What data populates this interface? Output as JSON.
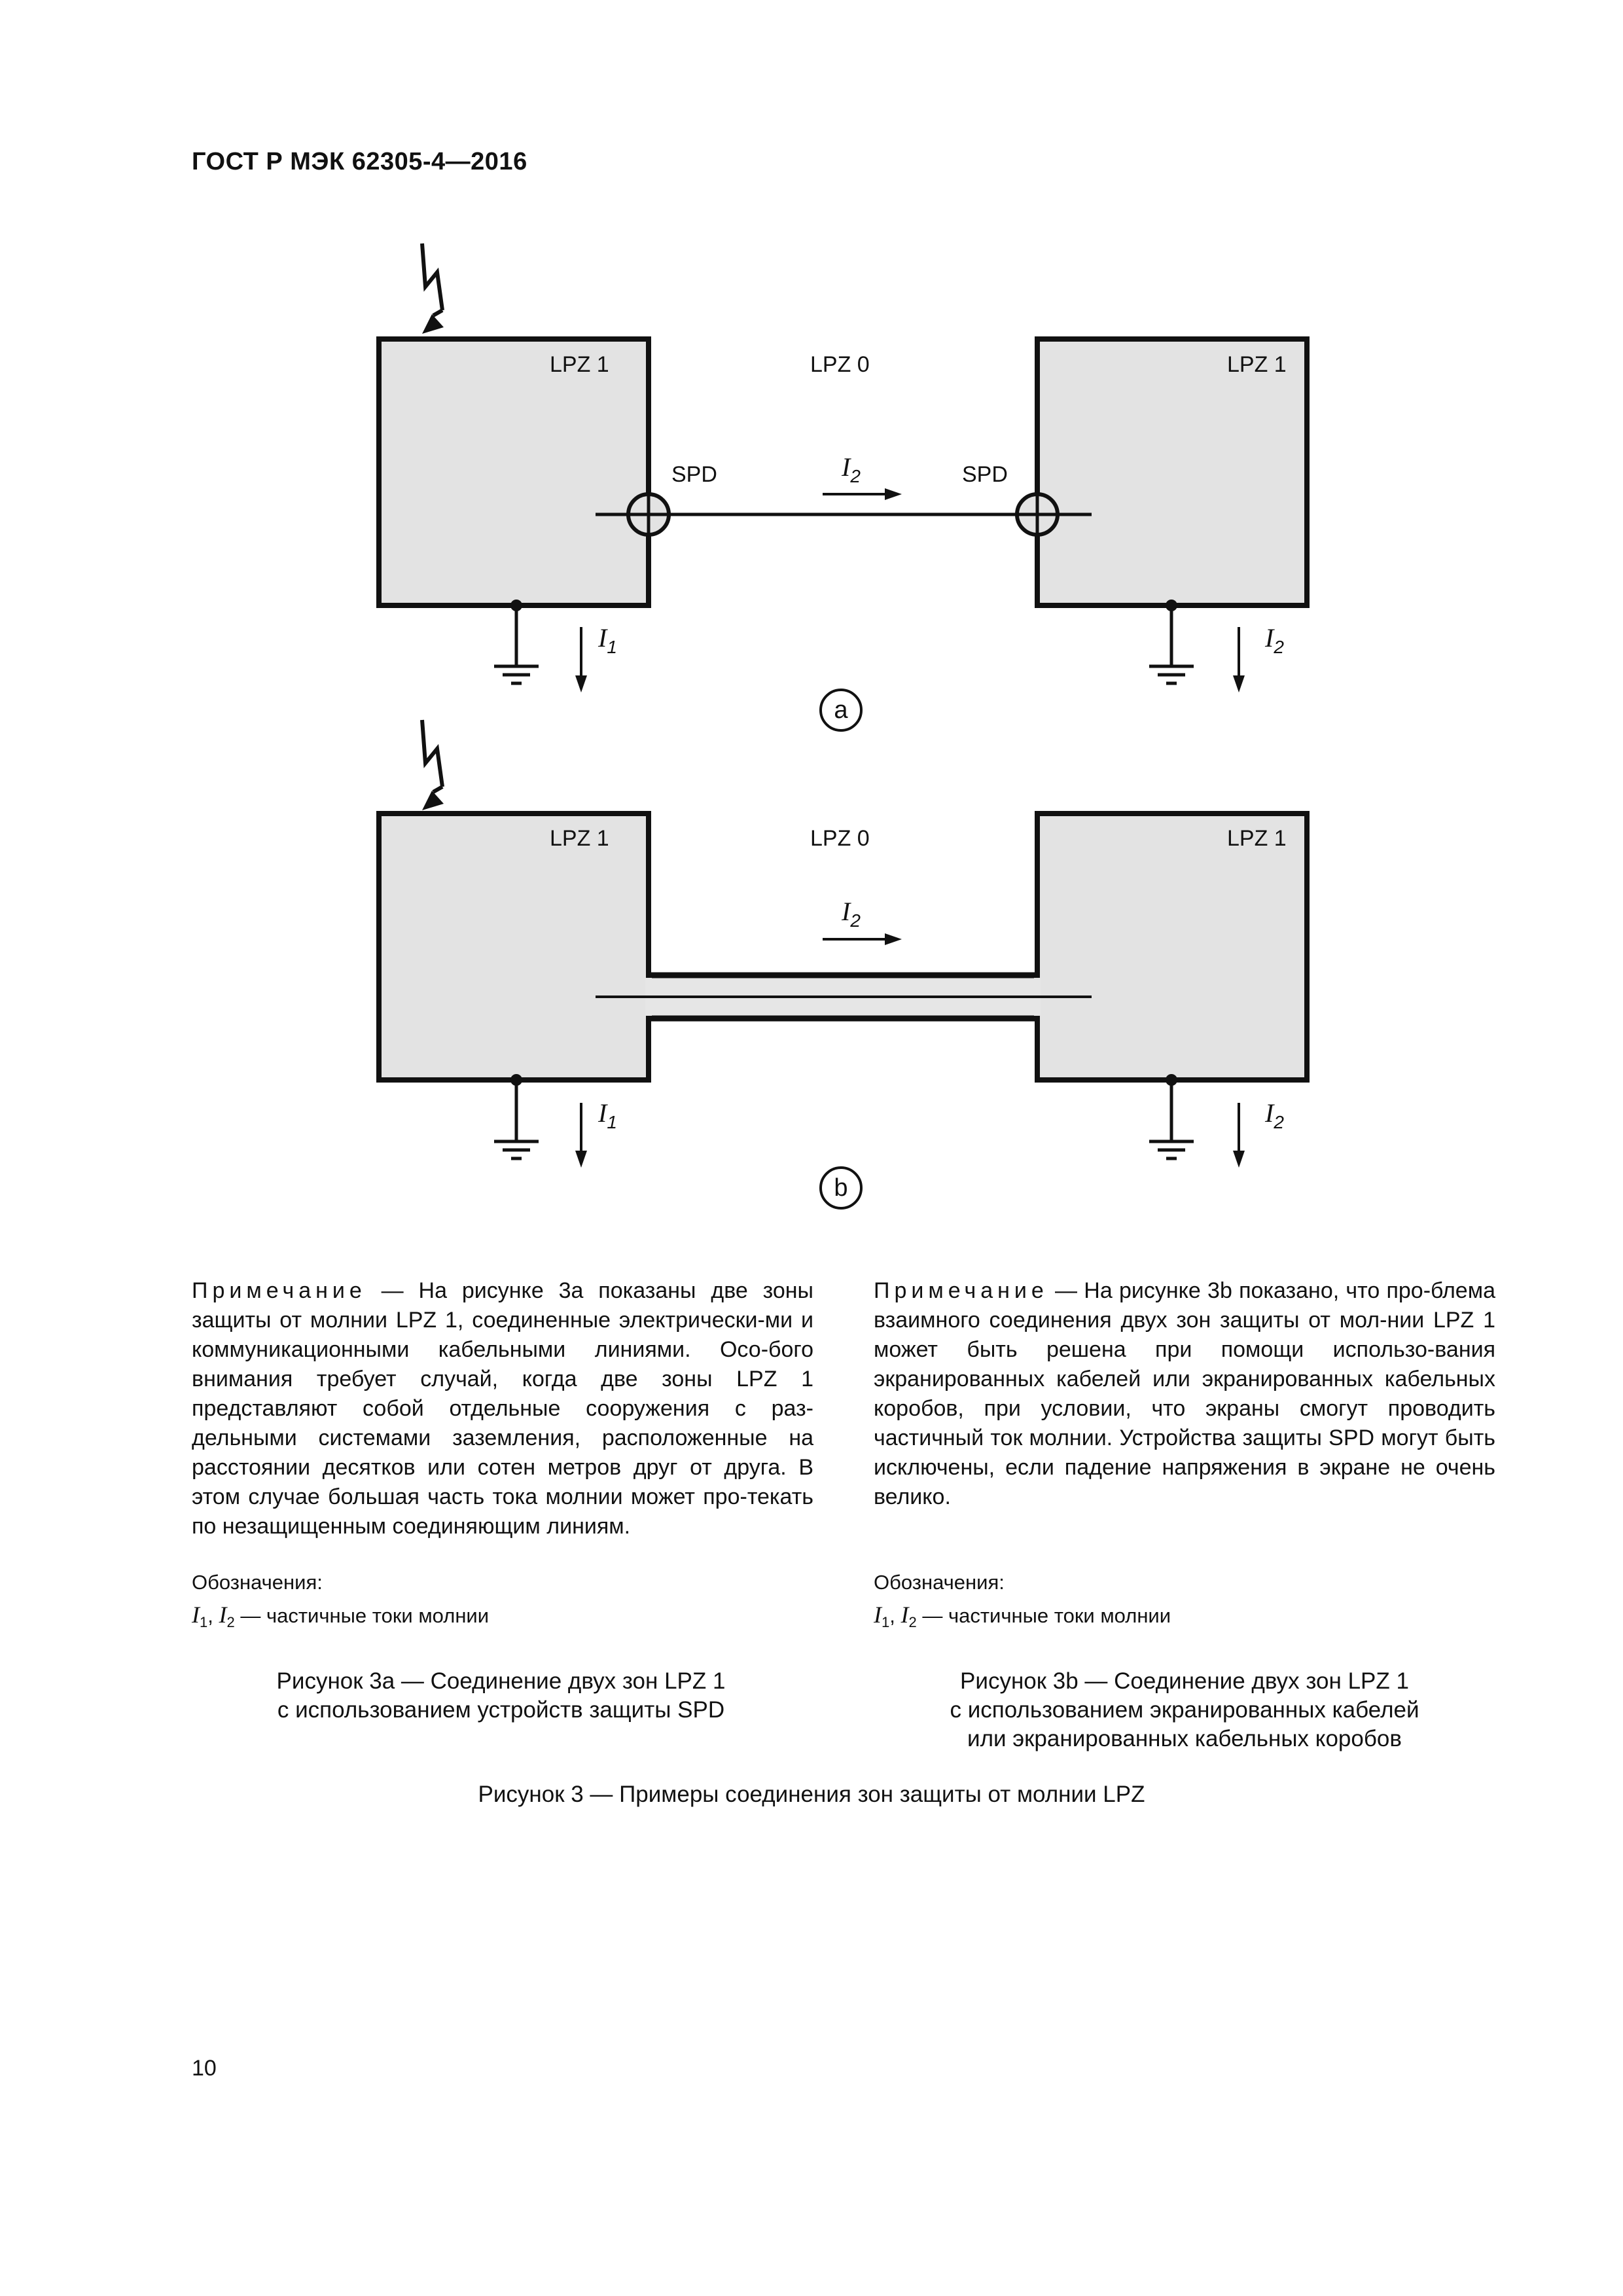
{
  "header": {
    "title": "ГОСТ Р МЭК 62305-4—2016"
  },
  "figure_a": {
    "left_zone": "LPZ 1",
    "outer_zone": "LPZ 0",
    "right_zone": "LPZ 1",
    "spd_left": "SPD",
    "spd_right": "SPD",
    "current_line": "I",
    "current_line_sub": "2",
    "current_left": "I",
    "current_left_sub": "1",
    "current_right": "I",
    "current_right_sub": "2",
    "panel_label": "a"
  },
  "figure_b": {
    "left_zone": "LPZ 1",
    "outer_zone": "LPZ 0",
    "right_zone": "LPZ 1",
    "current_line": "I",
    "current_line_sub": "2",
    "current_left": "I",
    "current_left_sub": "1",
    "current_right": "I",
    "current_right_sub": "2",
    "panel_label": "b"
  },
  "note_left": {
    "lead": "Примечание",
    "text": " — На рисунке 3а показаны две зоны защиты от молнии LPZ 1, соединенные электрически-ми и коммуникационными кабельными линиями. Осо-бого внимания требует случай, когда две зоны LPZ 1 представляют собой отдельные сооружения с раз-дельными системами заземления, расположенные на расстоянии десятков или сотен метров друг от друга. В этом случае большая часть тока молнии может про-текать по незащищенным соединяющим линиям."
  },
  "note_right": {
    "lead": "Примечание",
    "text": " — На рисунке 3b показано, что про-блема взаимного соединения двух зон защиты от мол-нии LPZ 1 может быть решена при помощи использо-вания экранированных кабелей или экранированных кабельных коробов, при условии, что экраны смогут проводить частичный ток молнии. Устройства защиты SPD могут быть исключены, если падение напряжения в экране не очень велико."
  },
  "legend_left": {
    "title": "Обозначения:",
    "sym1": "I",
    "sub1": "1",
    "sep": ", ",
    "sym2": "I",
    "sub2": "2",
    "desc": " — частичные токи молнии"
  },
  "legend_right": {
    "title": "Обозначения:",
    "sym1": "I",
    "sub1": "1",
    "sep": ", ",
    "sym2": "I",
    "sub2": "2",
    "desc": " — частичные токи молнии"
  },
  "caption_left": {
    "line1": "Рисунок 3а — Соединение двух зон LPZ 1",
    "line2": "с использованием устройств защиты SPD"
  },
  "caption_right": {
    "line1": "Рисунок 3b — Соединение двух зон LPZ 1",
    "line2": "с использованием экранированных кабелей",
    "line3": "или экранированных кабельных коробов"
  },
  "main_caption": "Рисунок 3 — Примеры соединения зон защиты от молнии LPZ",
  "page_number": "10",
  "colors": {
    "zone_fill": "#e3e3e3",
    "line": "#111111",
    "cable_fill": "#e6e6e6"
  }
}
